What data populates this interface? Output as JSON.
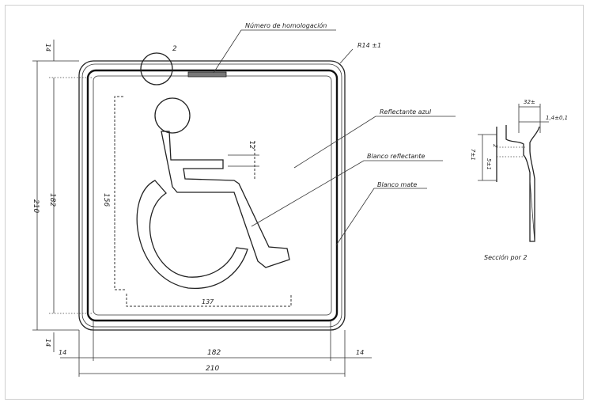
{
  "labels": {
    "plate_number": "Número de homologación",
    "corner_radius": "R14 ±1",
    "detail_ref": "2",
    "reflective_blue": "Reflectante azul",
    "white_reflective": "Blanco reflectante",
    "white_matte": "Blanco mate",
    "section_title": "Sección por 2"
  },
  "dimensions": {
    "outer_height": "210",
    "inner_height": "182",
    "symbol_height": "156",
    "symbol_width": "137",
    "gap_12": "12",
    "top_margin": "14",
    "bottom_margin": "14",
    "left_margin": "14",
    "right_margin": "14",
    "inner_width": "182",
    "outer_width": "210",
    "sec_width": "32±",
    "sec_thickness": "1,4±0,1",
    "sec_depth": "7±1",
    "sec_flange": "5±1",
    "sec_small": "2"
  },
  "colors": {
    "line": "#222222",
    "frame": "#cfcfcf"
  }
}
